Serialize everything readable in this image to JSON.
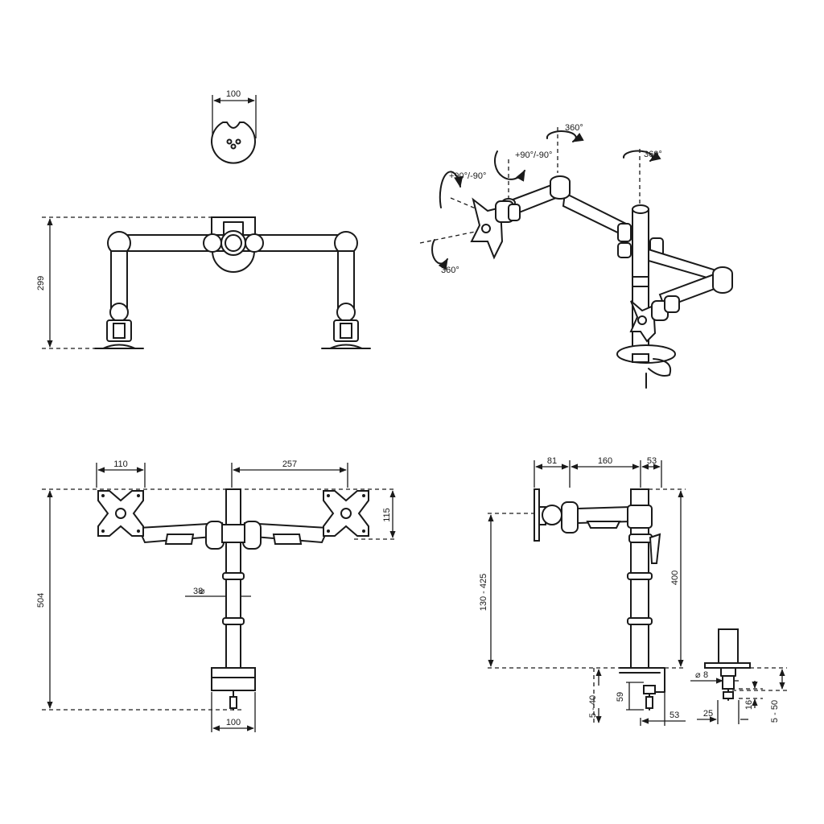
{
  "top_view": {
    "plate_width": "100",
    "height": "299"
  },
  "iso_view": {
    "rotate_top_left": "360°",
    "rotate_top_right": "360°",
    "tilt_upper": "+90°/-90°",
    "tilt_left": "+90°/-90°",
    "rotate_bottom_left": "360°"
  },
  "front_view": {
    "vesa_width": "110",
    "arm_reach": "257",
    "vesa_height": "115",
    "total_height": "504",
    "pole_diameter": "38",
    "clamp_width": "100"
  },
  "side_view": {
    "head_depth": "81",
    "arm_length": "160",
    "pole_offset": "53",
    "height_range": "130 - 425",
    "pole_height": "400",
    "desk_thickness": "5 - 40",
    "clamp_depth": "59",
    "clamp_base": "53"
  },
  "grommet_view": {
    "bolt_diameter": "8",
    "nut_width": "25",
    "nut_height": "16",
    "desk_range": "5 - 50"
  },
  "colors": {
    "line": "#1a1a1a",
    "background": "#ffffff"
  }
}
